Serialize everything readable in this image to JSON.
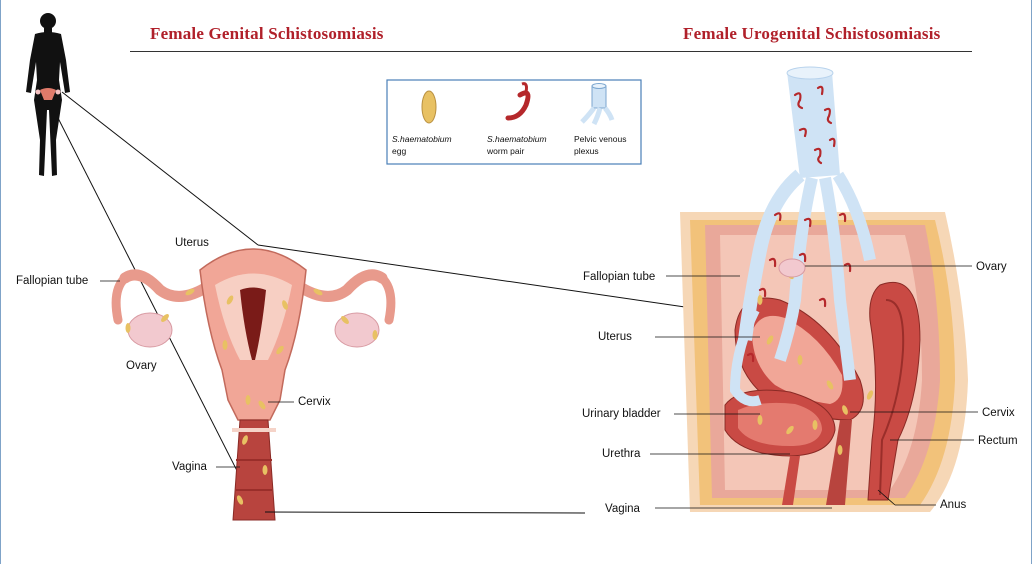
{
  "titles": {
    "left": "Female Genital Schistosomiasis",
    "right": "Female Urogenital Schistosomiasis"
  },
  "legend": {
    "egg_line1": "S.haematobium",
    "egg_line2": "egg",
    "worm_line1": "S.haematobium",
    "worm_line2": "worm pair",
    "plexus_line1": "Pelvic venous",
    "plexus_line2": "plexus"
  },
  "left_labels": {
    "uterus": "Uterus",
    "fallopian_tube": "Fallopian tube",
    "ovary": "Ovary",
    "cervix": "Cervix",
    "vagina": "Vagina"
  },
  "right_labels": {
    "fallopian_tube": "Fallopian tube",
    "ovary": "Ovary",
    "uterus": "Uterus",
    "urinary_bladder": "Urinary bladder",
    "cervix": "Cervix",
    "urethra": "Urethra",
    "rectum": "Rectum",
    "vagina": "Vagina",
    "anus": "Anus"
  },
  "colors": {
    "title": "#b0202a",
    "tissue_pink": "#f3b9a8",
    "tissue_red": "#c94a44",
    "egg": "#e8c163",
    "plexus": "#cfe3f5",
    "worm": "#b5282b",
    "fat": "#f2c27a"
  }
}
